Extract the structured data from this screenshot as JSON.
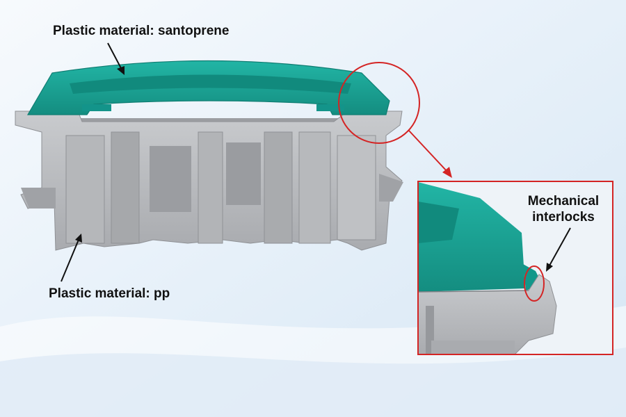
{
  "labels": {
    "top_material": "Plastic material: santoprene",
    "bottom_material": "Plastic material: pp",
    "interlock_line1": "Mechanical",
    "interlock_line2": "interlocks"
  },
  "colors": {
    "santoprene": "#1aa898",
    "santoprene_dark": "#0f7d72",
    "pp": "#b9bbbe",
    "pp_dark": "#8e9094",
    "callout": "#d42424",
    "background": "#e9f2fa"
  }
}
